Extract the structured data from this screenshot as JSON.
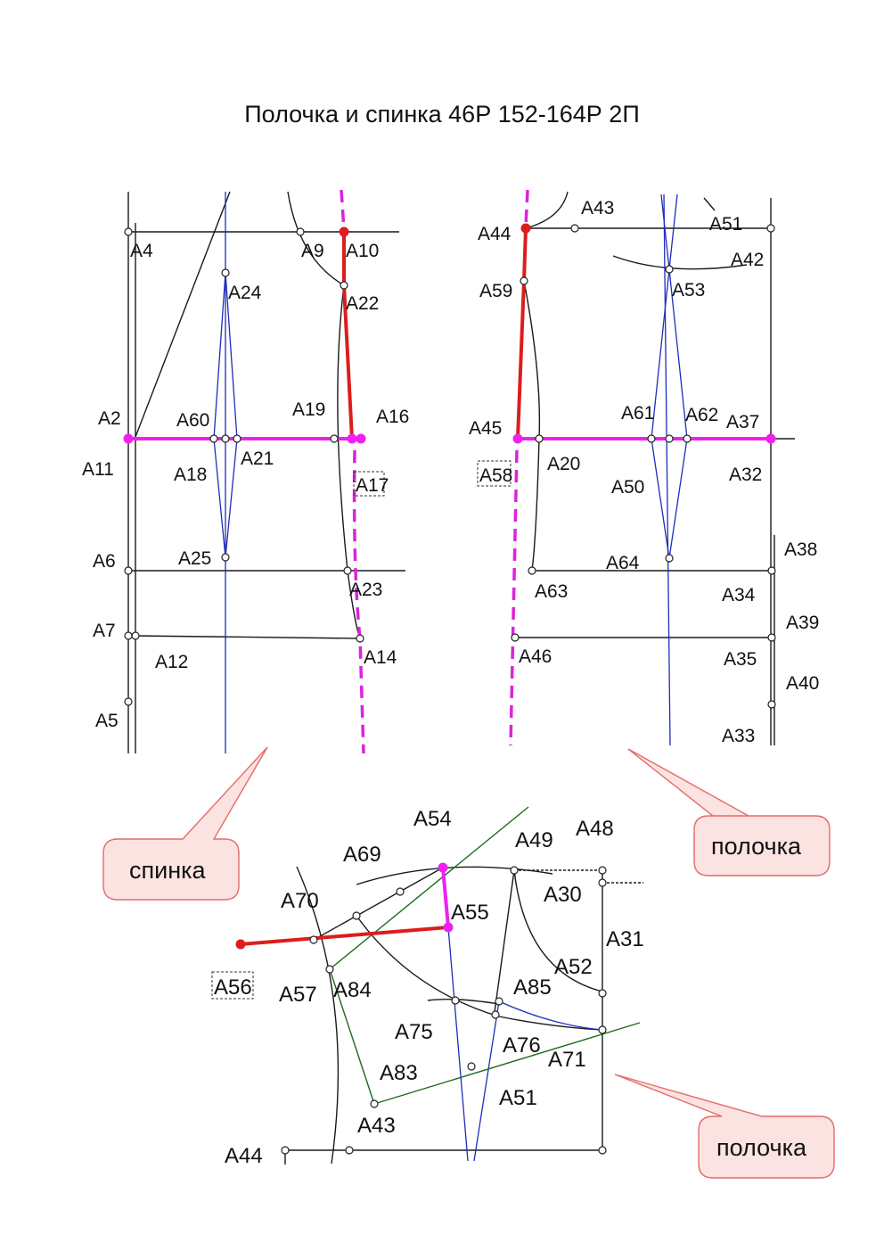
{
  "title": "Полочка и спинка 46Р 152-164Р 2П",
  "callouts": {
    "back": "спинка",
    "front1": "полочка",
    "front2": "полочка"
  },
  "labels": {
    "A2": "A2",
    "A4": "A4",
    "A5": "A5",
    "A6": "A6",
    "A7": "A7",
    "A9": "A9",
    "A10": "A10",
    "A11": "A11",
    "A12": "A12",
    "A14": "A14",
    "A16": "A16",
    "A17": "A17",
    "A18": "A18",
    "A19": "A19",
    "A21": "A21",
    "A22": "A22",
    "A23": "A23",
    "A24": "A24",
    "A25": "A25",
    "A60": "A60",
    "A20": "A20",
    "A32": "A32",
    "A33": "A33",
    "A34": "A34",
    "A35": "A35",
    "A37": "A37",
    "A38": "A38",
    "A39": "A39",
    "A40": "A40",
    "A42": "A42",
    "A43": "A43",
    "A44": "A44",
    "A45": "A45",
    "A46": "A46",
    "A50": "A50",
    "A51": "A51",
    "A53": "A53",
    "A58": "A58",
    "A59": "A59",
    "A61": "A61",
    "A62": "A62",
    "A63": "A63",
    "A64": "A64",
    "A30": "A30",
    "A31": "A31",
    "A48": "A48",
    "A49": "A49",
    "A52": "A52",
    "A54": "A54",
    "A55": "A55",
    "A56": "A56",
    "A57": "A57",
    "A69": "A69",
    "A70": "A70",
    "A71": "A71",
    "A75": "A75",
    "A76": "A76",
    "A83": "A83",
    "A84": "A84",
    "A85": "A85"
  },
  "colors": {
    "construction": "#1a1a1a",
    "blue_lines": "#1f2dbb",
    "green_lines": "#1c6b1c",
    "red_highlight": "#dd1d1d",
    "magenta_highlight": "#ee22ee",
    "callout_fill": "#fbe3e1"
  }
}
